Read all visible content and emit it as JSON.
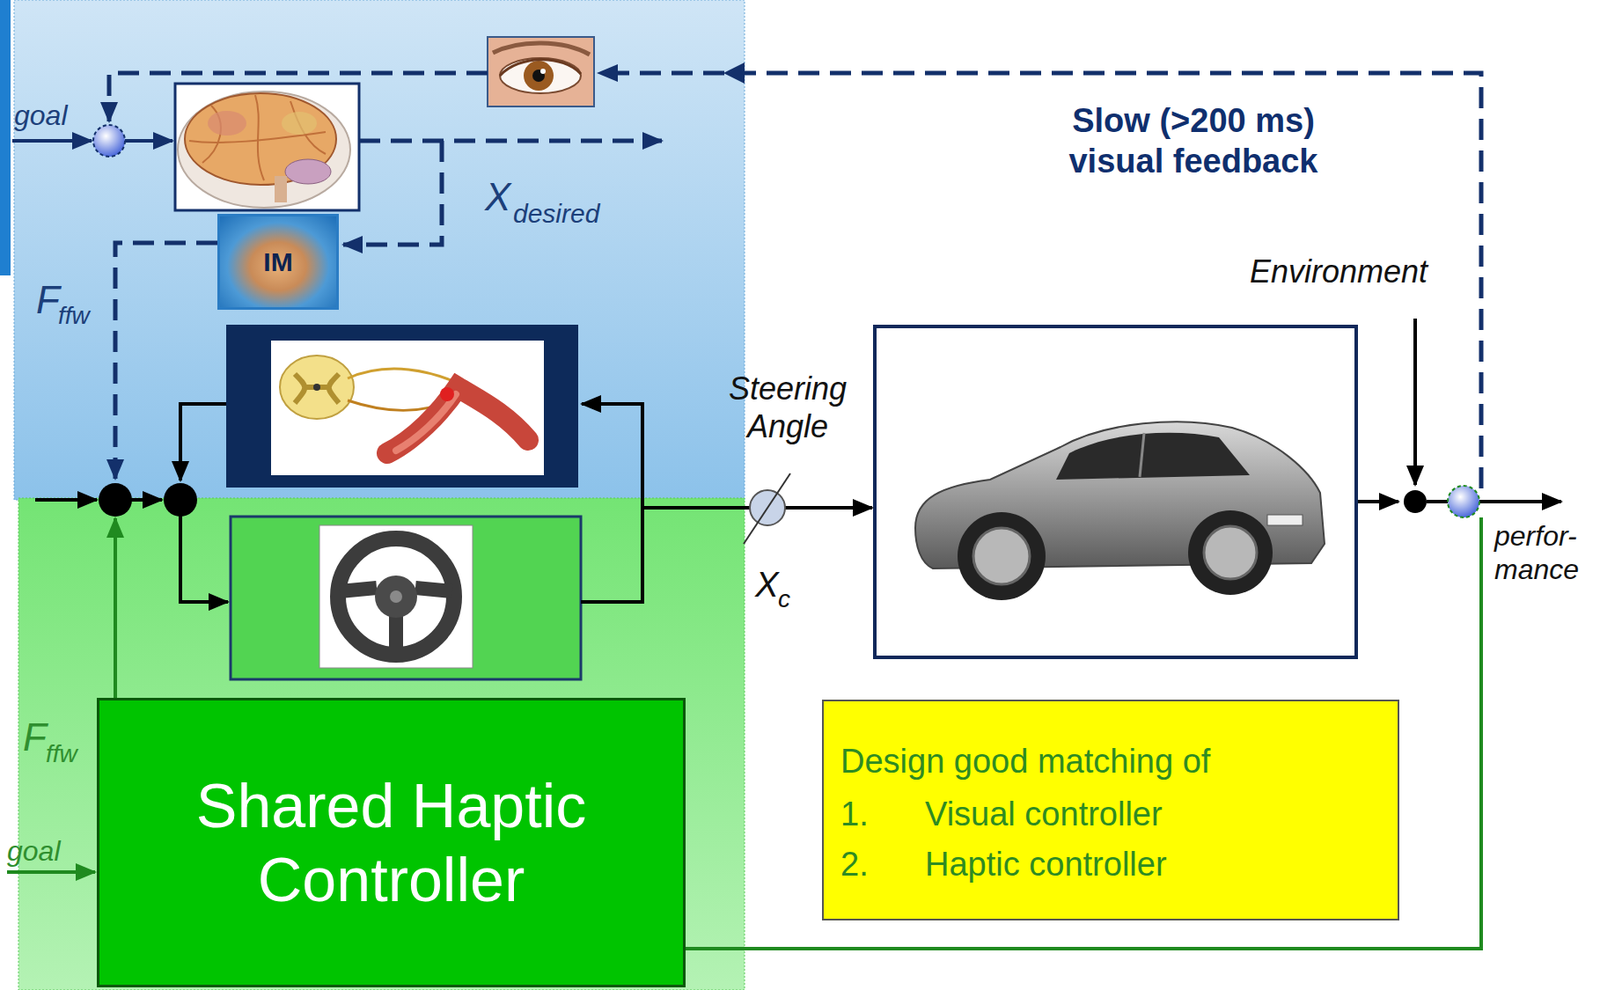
{
  "diagram": {
    "nodes": [
      {
        "text": [
          "IM"
        ]
      },
      {
        "text": [
          "Shared Haptic Controller"
        ]
      },
      {
        "text": [
          "Design good matching of",
          "1.",
          "Visual controller",
          "2.",
          "Haptic controller"
        ]
      }
    ],
    "labels": [
      "goal",
      "X",
      "desired",
      "F",
      "ffw",
      "Slow (>200 ms) visual feedback",
      "Environment",
      "Steering Angle",
      "X",
      "c",
      "perfor- mance",
      "F",
      "ffw",
      "goal"
    ]
  }
}
